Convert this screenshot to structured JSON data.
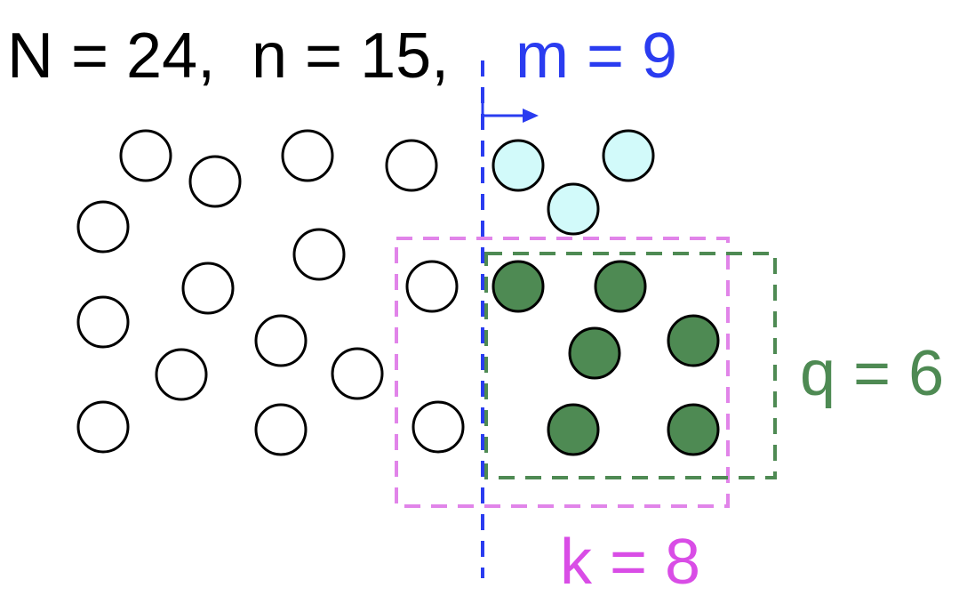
{
  "labels": {
    "N": "N = 24,",
    "n": "n = 15,",
    "m": "m = 9",
    "q": "q = 6",
    "k": "k = 8"
  },
  "colors": {
    "m": "#2a3cf0",
    "q": "#4e8a53",
    "k": "#d94de6",
    "k_box": "#e184e9",
    "light_fill": "#d2fafa",
    "dark_fill": "#4e8a53"
  },
  "points": {
    "white_count": 15,
    "light_count": 3,
    "dark_count": 6
  }
}
